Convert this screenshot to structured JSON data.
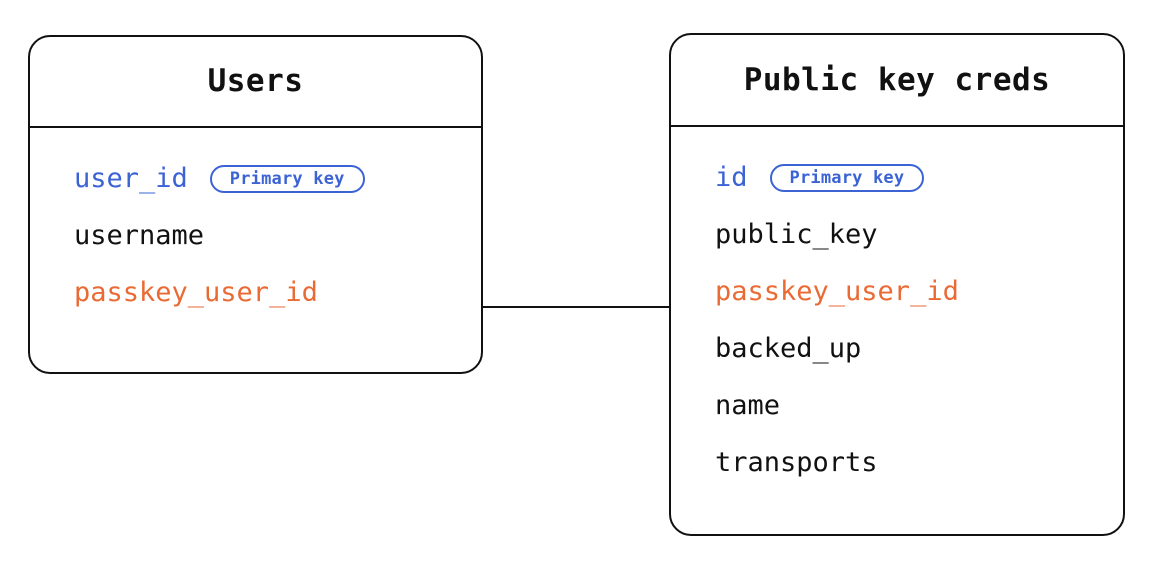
{
  "diagram": {
    "type": "entity-relationship-diagram",
    "background_color": "#ffffff",
    "colors": {
      "border": "#111111",
      "text": "#111111",
      "primary_key": "#3b63d4",
      "foreign_link": "#ea6a34"
    },
    "entities": [
      {
        "id": "users",
        "title": "Users",
        "fields": [
          {
            "name": "user_id",
            "style": "key",
            "badge": "Primary key"
          },
          {
            "name": "username",
            "style": "plain",
            "badge": null
          },
          {
            "name": "passkey_user_id",
            "style": "linked",
            "badge": null
          }
        ]
      },
      {
        "id": "public_key_creds",
        "title": "Public key creds",
        "fields": [
          {
            "name": "id",
            "style": "key",
            "badge": "Primary key"
          },
          {
            "name": "public_key",
            "style": "plain",
            "badge": null
          },
          {
            "name": "passkey_user_id",
            "style": "linked",
            "badge": null
          },
          {
            "name": "backed_up",
            "style": "plain",
            "badge": null
          },
          {
            "name": "name",
            "style": "plain",
            "badge": null
          },
          {
            "name": "transports",
            "style": "plain",
            "badge": null
          }
        ]
      }
    ],
    "relationships": [
      {
        "from_entity": "users",
        "from_field": "passkey_user_id",
        "to_entity": "public_key_creds",
        "to_field": "passkey_user_id",
        "line_style": "solid"
      }
    ]
  }
}
